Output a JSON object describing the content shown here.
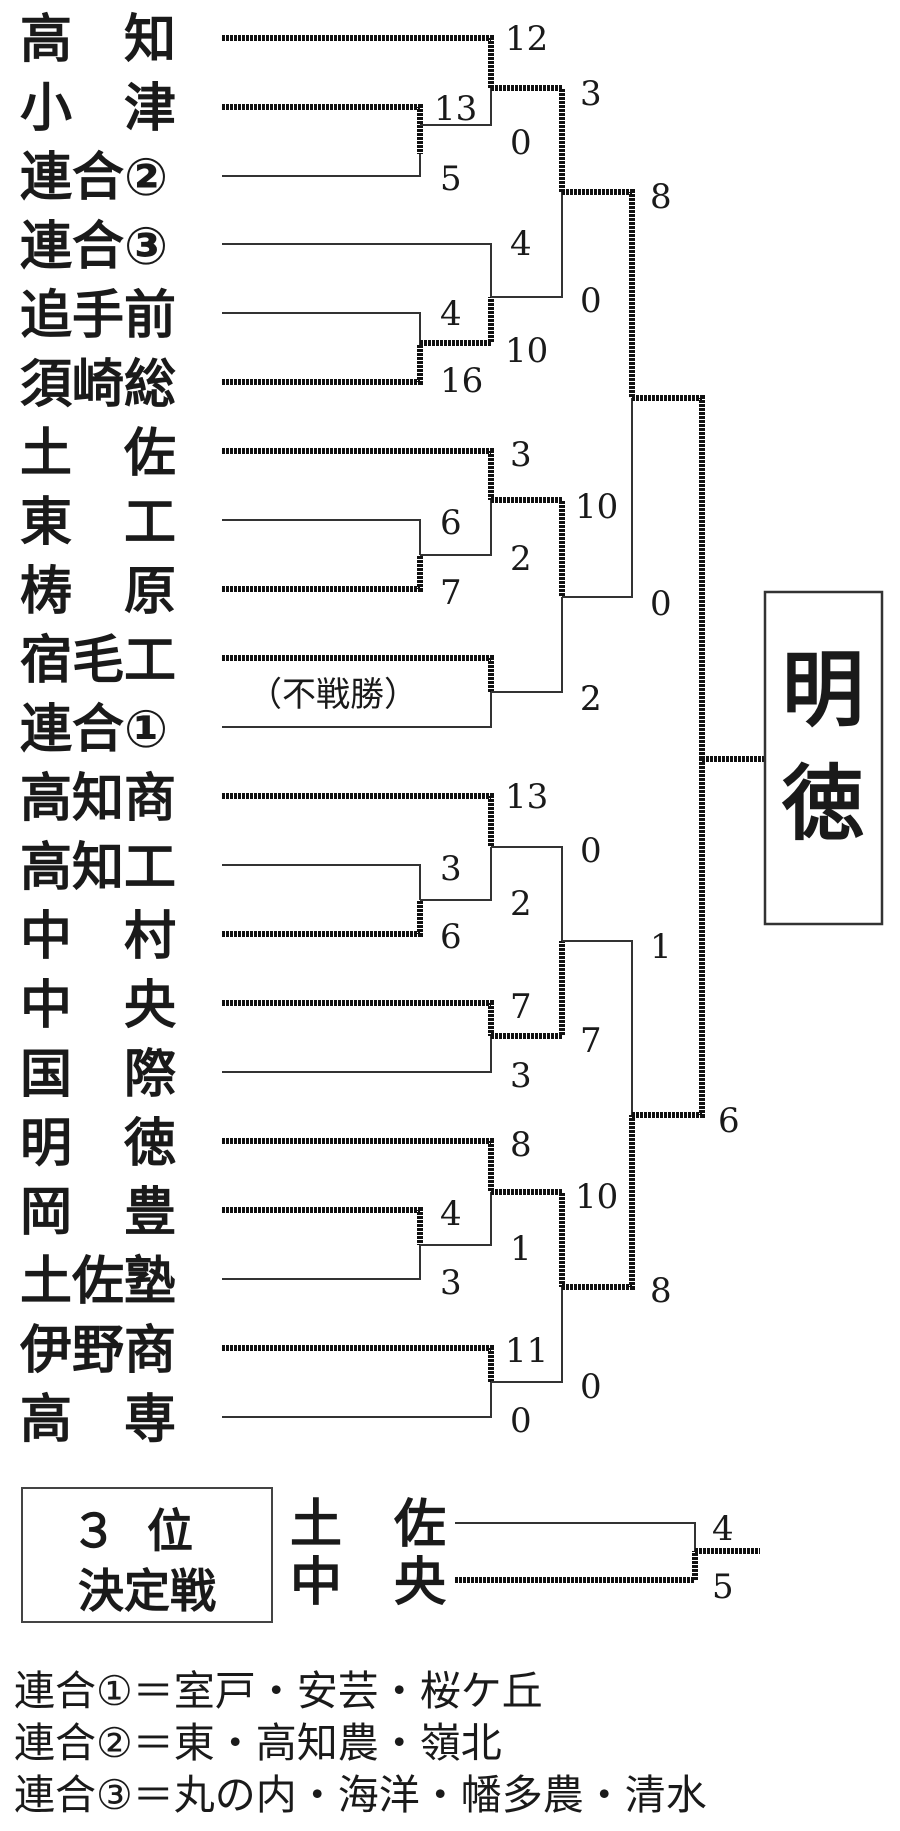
{
  "teams": [
    "高　知",
    "小　津",
    "連合②",
    "連合③",
    "追手前",
    "須崎総",
    "土　佐",
    "東　工",
    "梼　原",
    "宿毛工",
    "連合①",
    "高知商",
    "高知工",
    "中　村",
    "中　央",
    "国　際",
    "明　徳",
    "岡　豊",
    "土佐塾",
    "伊野商",
    "高　専"
  ],
  "bye_label": "（不戦勝）",
  "champion": "明徳",
  "scores": [
    "12",
    "13",
    "5",
    "0",
    "3",
    "4",
    "4",
    "16",
    "10",
    "0",
    "8",
    "3",
    "6",
    "7",
    "2",
    "10",
    "2",
    "0",
    "2",
    "13",
    "3",
    "6",
    "0",
    "2",
    "7",
    "3",
    "7",
    "1",
    "8",
    "4",
    "3",
    "1",
    "10",
    "11",
    "0",
    "0",
    "8",
    "6"
  ],
  "third_place": {
    "label_line1": "３位",
    "label_line2": "決定戦",
    "team1": "土　佐",
    "team2": "中　央",
    "score1": "4",
    "score2": "5"
  },
  "notes": [
    "連合①＝室戸・安芸・桜ケ丘",
    "連合②＝東・高知農・嶺北",
    "連合③＝丸の内・海洋・幡多農・清水"
  ]
}
